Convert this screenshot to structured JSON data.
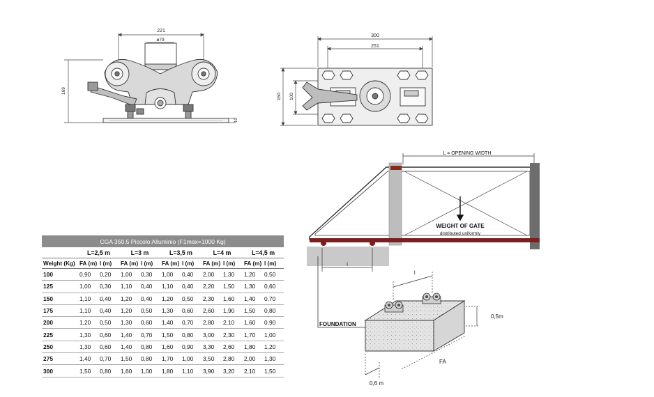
{
  "top_left_drawing": {
    "dim_width": "221",
    "dim_diameter": "ø79",
    "dim_height": "169",
    "dim_plate": "10"
  },
  "top_right_drawing": {
    "dim_outer": "300",
    "dim_inner": "251",
    "dim_height_outer": "150",
    "dim_height_inner": "100"
  },
  "gate_diagram": {
    "opening_label": "L = OPENING WIDTH",
    "weight_label": "WEIGHT OF GATE",
    "weight_sublabel": "distributed uniformly",
    "spacing_label": "l"
  },
  "foundation_diagram": {
    "label": "FOUNDATION",
    "spacing_label": "l",
    "depth_label": "0,5m",
    "length_label": "FA",
    "width_label": "0,6 m"
  },
  "table": {
    "title": "CGA 350.5 Piccolo Alluminio (F1max=1000 Kg)",
    "length_headers": [
      "L=2,5 m",
      "L=3 m",
      "L=3,5 m",
      "L=4 m",
      "L=4,5 m"
    ],
    "weight_header": "Weight (Kg)",
    "fa_header": "FA (m)",
    "l_header": "l (m)",
    "rows": [
      [
        "100",
        "0,90",
        "0,20",
        "1,00",
        "0,30",
        "1,00",
        "0,40",
        "2,00",
        "1,30",
        "1,20",
        "0,50"
      ],
      [
        "125",
        "1,00",
        "0,30",
        "1,10",
        "0,40",
        "1,10",
        "0,40",
        "2,20",
        "1,50",
        "1,30",
        "0,60"
      ],
      [
        "150",
        "1,10",
        "0,40",
        "1,20",
        "0,40",
        "1,20",
        "0,50",
        "2,30",
        "1,60",
        "1,40",
        "0,70"
      ],
      [
        "175",
        "1,10",
        "0,40",
        "1,20",
        "0,50",
        "1,30",
        "0,60",
        "2,60",
        "1,90",
        "1,50",
        "0,80"
      ],
      [
        "200",
        "1,20",
        "0,50",
        "1,30",
        "0,60",
        "1,40",
        "0,70",
        "2,80",
        "2,10",
        "1,60",
        "0,90"
      ],
      [
        "225",
        "1,30",
        "0,60",
        "1,40",
        "0,70",
        "1,50",
        "0,80",
        "3,00",
        "2,30",
        "1,70",
        "1,00"
      ],
      [
        "250",
        "1,30",
        "0,60",
        "1,40",
        "0,80",
        "1,60",
        "0,90",
        "3,30",
        "2,60",
        "1,80",
        "1,20"
      ],
      [
        "275",
        "1,40",
        "0,70",
        "1,50",
        "0,80",
        "1,70",
        "1,00",
        "3,50",
        "2,80",
        "2,00",
        "1,30"
      ],
      [
        "300",
        "1,50",
        "0,80",
        "1,60",
        "1,00",
        "1,80",
        "1,10",
        "3,90",
        "3,20",
        "2,10",
        "1,50"
      ]
    ]
  }
}
